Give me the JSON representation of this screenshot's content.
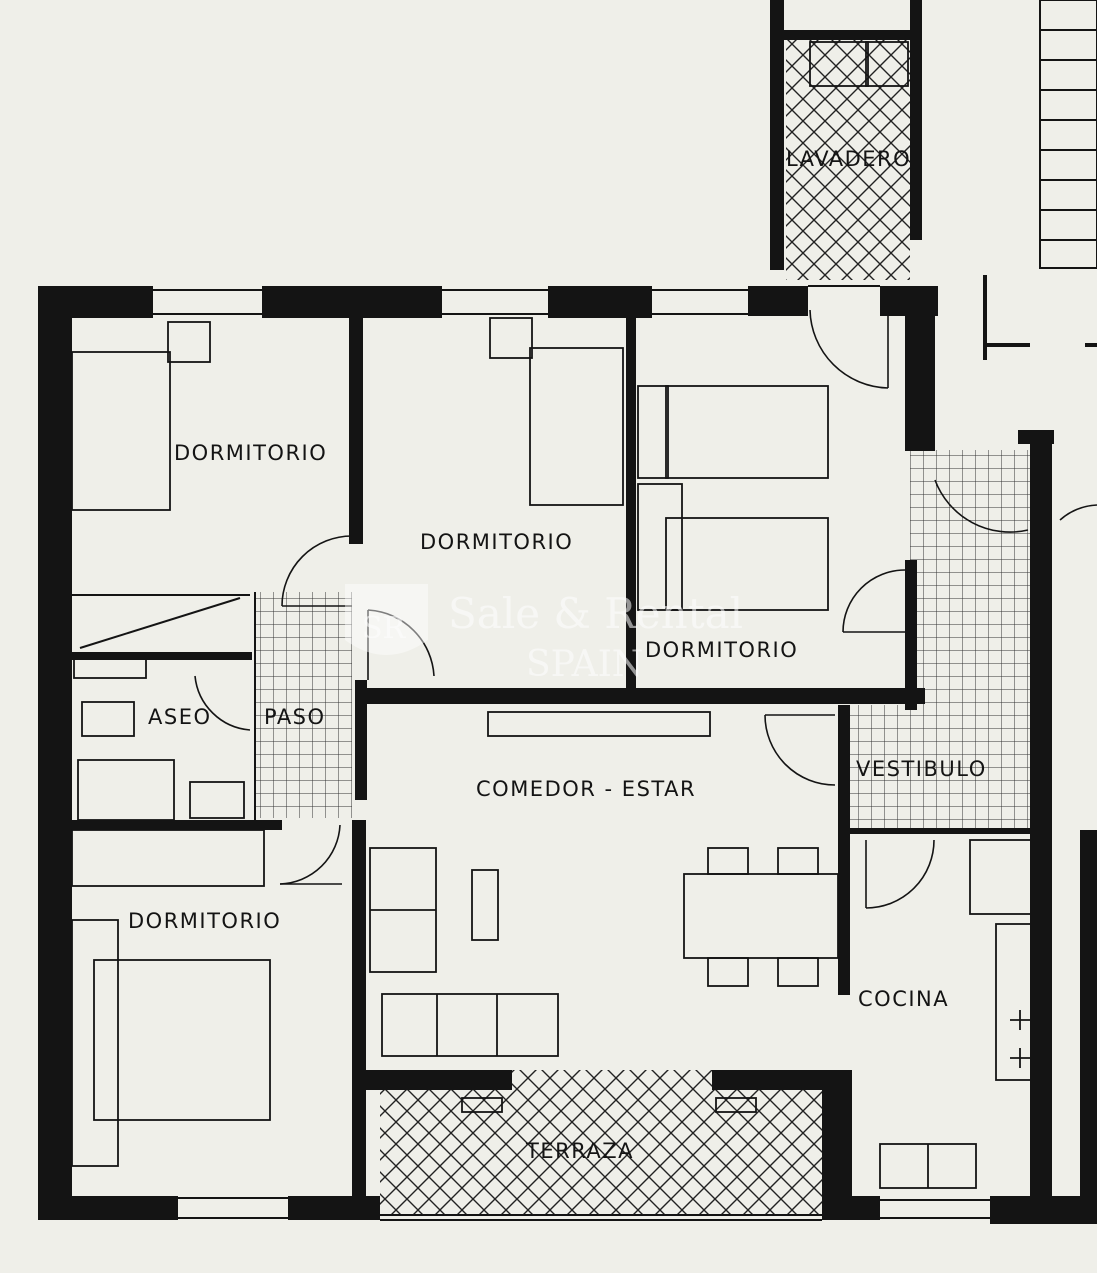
{
  "rooms": {
    "lavadero": "LAVADERO",
    "dormitorio_1": "DORMITORIO",
    "dormitorio_2": "DORMITORIO",
    "dormitorio_3": "DORMITORIO",
    "dormitorio_4": "DORMITORIO",
    "aseo": "ASEO",
    "paso": "PASO",
    "vestibulo": "VESTIBULO",
    "comedor_estar": "COMEDOR - ESTAR",
    "cocina": "COCINA",
    "terraza": "TERRAZA"
  },
  "watermark": {
    "line1": "Sale & Rental",
    "line2": "SPAIN",
    "logo_text": "SR"
  },
  "colors": {
    "paper": "#efefe9",
    "ink": "#141414"
  }
}
